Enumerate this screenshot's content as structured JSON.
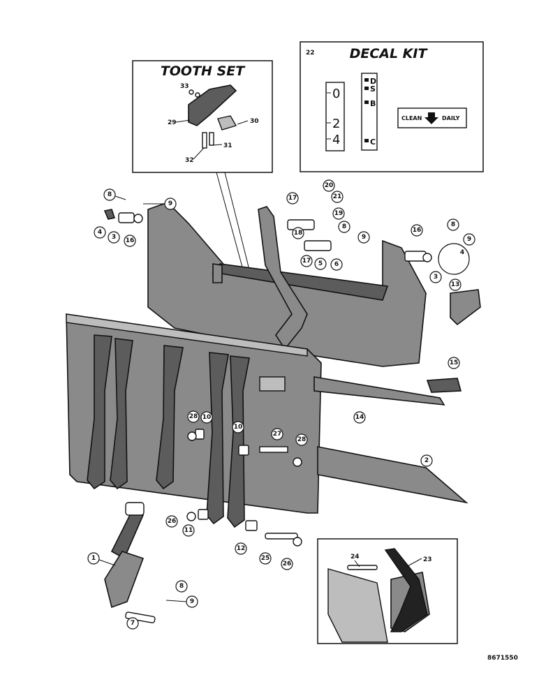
{
  "insets": {
    "tooth_set": {
      "title": "TOOTH SET",
      "callouts": [
        "33",
        "29",
        "30",
        "31",
        "32"
      ]
    },
    "decal_kit": {
      "title": "DECAL KIT",
      "callout": "22",
      "gauge_left": [
        "0",
        "2",
        "4"
      ],
      "gauge_right": [
        "D",
        "S",
        "B",
        "C"
      ],
      "clean_decal": {
        "left": "CLEAN",
        "right": "DAILY"
      }
    }
  },
  "callouts": {
    "c8a": "8",
    "c9a": "9",
    "c4a": "4",
    "c3a": "3",
    "c16a": "16",
    "c20": "20",
    "c21": "21",
    "c17a": "17",
    "c19": "19",
    "c18": "18",
    "c8b": "8",
    "c9b": "9",
    "c17b": "17",
    "c5": "5",
    "c6": "6",
    "c16b": "16",
    "c8c": "8",
    "c9c": "9",
    "c4b": "4",
    "c3b": "3",
    "c13": "13",
    "c15": "15",
    "c14": "14",
    "c2": "2",
    "c28a": "28",
    "c10a": "10",
    "c10b": "10",
    "c27": "27",
    "c28b": "28",
    "c26a": "26",
    "c11": "11",
    "c12": "12",
    "c25": "25",
    "c26b": "26",
    "c1": "1",
    "c8d": "8",
    "c9d": "9",
    "c7": "7",
    "c24": "24",
    "c23": "23"
  },
  "drawing_number": "8671550"
}
